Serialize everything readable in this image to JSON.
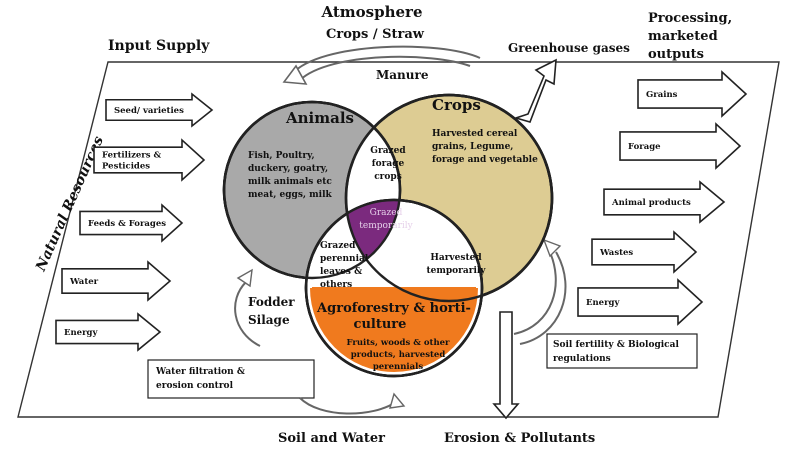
{
  "colors": {
    "animals": "#a9a9a9",
    "crops": "#ddcc93",
    "agroforestry": "#f07a1e",
    "center": "#7b2a7e",
    "outline": "#222222"
  },
  "top": {
    "atmosphere": "Atmosphere",
    "crops_straw": "Crops / Straw",
    "manure": "Manure",
    "greenhouse": "Greenhouse gases",
    "processing": [
      "Processing,",
      "marketed",
      "outputs"
    ]
  },
  "left": {
    "input_supply": "Input Supply",
    "natural_resources": "Natural Resources",
    "inputs": [
      {
        "lines": [
          "Seed/ varieties"
        ]
      },
      {
        "lines": [
          "Fertilizers &",
          "Pesticides"
        ]
      },
      {
        "lines": [
          "Feeds & Forages"
        ]
      },
      {
        "lines": [
          "Water"
        ]
      },
      {
        "lines": [
          "Energy"
        ]
      }
    ]
  },
  "circles": {
    "animals_title": "Animals",
    "animals_desc": [
      "Fish, Poultry,",
      "duckery, goatry,",
      "milk animals etc",
      "meat, eggs, milk"
    ],
    "crops_title": "Crops",
    "crops_desc": [
      "Harvested cereal",
      "grains, Legume,",
      "forage and vegetable"
    ],
    "agro_title": [
      "Agroforestry & horti-",
      "culture"
    ],
    "agro_desc": [
      "Fruits, woods & other",
      "products, harvested",
      "perennials"
    ],
    "grazed_forage": [
      "Grazed",
      "forage",
      "crops"
    ],
    "grazed_perennial": [
      "Grazed",
      "perennial",
      "leaves &",
      "others"
    ],
    "harvested_temp": [
      "Harvested",
      "temporarily"
    ],
    "center": [
      "Grazed",
      "temporarily"
    ]
  },
  "right": {
    "outputs": [
      {
        "lines": [
          "Grains"
        ]
      },
      {
        "lines": [
          "Forage"
        ]
      },
      {
        "lines": [
          "Animal products"
        ]
      },
      {
        "lines": [
          "Wastes"
        ]
      },
      {
        "lines": [
          "Energy"
        ]
      }
    ],
    "soil_box": [
      "Soil fertility & Biological",
      "regulations"
    ]
  },
  "bottom": {
    "fodder": [
      "Fodder",
      "Silage"
    ],
    "water_box": [
      "Water filtration &",
      "erosion control"
    ],
    "soil_water": "Soil and Water",
    "erosion": "Erosion & Pollutants"
  }
}
